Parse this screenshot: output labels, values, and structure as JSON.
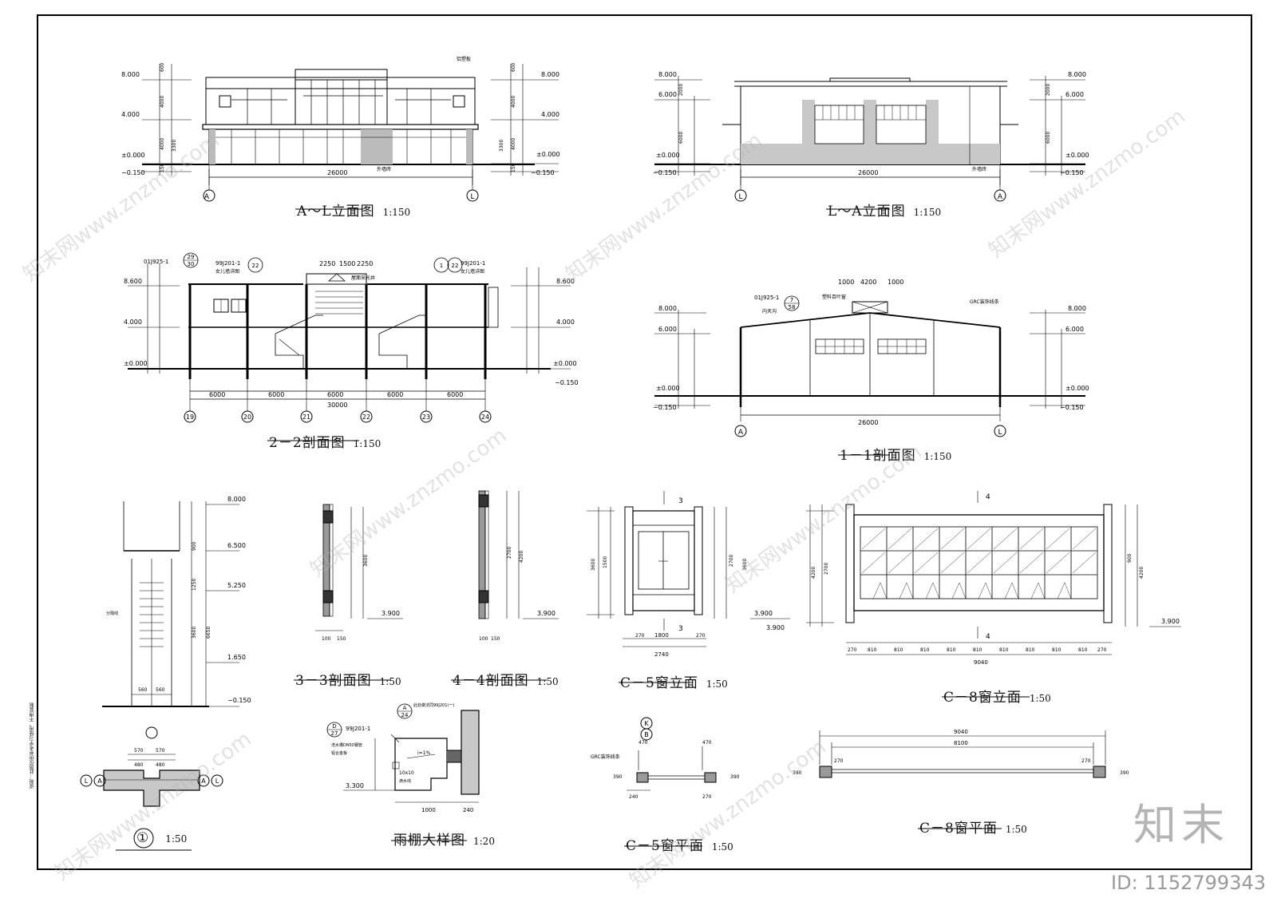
{
  "drawings": {
    "elev_al": {
      "name": "A～L立面图",
      "scale": "1:150"
    },
    "elev_la": {
      "name": "L～A立面图",
      "scale": "1:150"
    },
    "sect_22": {
      "name": "2－2剖面图",
      "scale": "1:150"
    },
    "sect_11": {
      "name": "1－1剖面图",
      "scale": "1:150"
    },
    "sect_33": {
      "name": "3－3剖面图",
      "scale": "1:50"
    },
    "sect_44": {
      "name": "4－4剖面图",
      "scale": "1:50"
    },
    "win_c5_elev": {
      "name": "C－5窗立面",
      "scale": "1:50"
    },
    "win_c8_elev": {
      "name": "C－8窗立面",
      "scale": "1:50"
    },
    "detail_1": {
      "name": "①",
      "scale": "1:50"
    },
    "canopy": {
      "name": "雨棚大样图",
      "scale": "1:20"
    },
    "win_c5_plan": {
      "name": "C－5窗平面",
      "scale": "1:50"
    },
    "win_c8_plan": {
      "name": "C－8窗平面",
      "scale": "1:50"
    }
  },
  "levels": {
    "l8000": "8.000",
    "l6000": "6.000",
    "l4000": "4.000",
    "l0": "±0.000",
    "lm150": "−0.150",
    "l8600": "8.600",
    "l6500": "6.500",
    "l5250": "5.250",
    "l1650": "1.650",
    "l3900": "3.900",
    "l3300": "3.300"
  },
  "dims": {
    "d26000": "26000",
    "d30000": "30000",
    "d6000": "6000",
    "d9040": "9040",
    "d8100": "8100",
    "d2740": "2740",
    "d1800": "1800",
    "d270": "270",
    "d810": "810",
    "d1000": "1000",
    "d240": "240",
    "d4200": "4200",
    "d2250": "2250",
    "d1500": "1500",
    "d600": "600",
    "d4000": "4000",
    "d3300": "3300",
    "d150": "150",
    "d900": "900",
    "d3600": "3600",
    "d2700": "2700",
    "d6650": "6650",
    "d1250": "1250",
    "d560": "560",
    "d570": "570",
    "d480": "480",
    "d470": "470",
    "d390": "390",
    "d100": "100",
    "d2000": "2000"
  },
  "axes": {
    "A": "A",
    "L": "L",
    "a19": "19",
    "a20": "20",
    "a21": "21",
    "a22": "22",
    "a23": "23",
    "a24": "24",
    "K": "K",
    "B": "B"
  },
  "refs": {
    "r1": "01J925-1",
    "r2": "99J201-1",
    "r3": "女儿墙详图",
    "r4": "屋面采光井",
    "r5": "塑料百叶窗",
    "r6": "内天沟",
    "r7": "GRC装饰线条",
    "r8": "外墙砖",
    "r9": "铝塑板",
    "r10": "分隔线",
    "r11": "i=1%",
    "r12": "10x10",
    "r13": "滴水线",
    "r14": "洗水槽DN50钢管",
    "r15": "铝合金板",
    "r16": "此处做法同99J201(一)",
    "callout_29": "29",
    "callout_30": "30",
    "callout_1": "1",
    "callout_22": "22",
    "callout_7": "7",
    "callout_58": "58",
    "callout_27": "27",
    "callout_24": "24",
    "callout_D": "D",
    "callout_A": "A",
    "sect_mark_3": "3",
    "sect_mark_4": "4"
  },
  "side_note": "说明：此图仅供参考学习使用，不得复制",
  "watermark": {
    "id": "ID: 1152799343",
    "logo": "知末",
    "site": "知末网www.znzmo.com"
  }
}
